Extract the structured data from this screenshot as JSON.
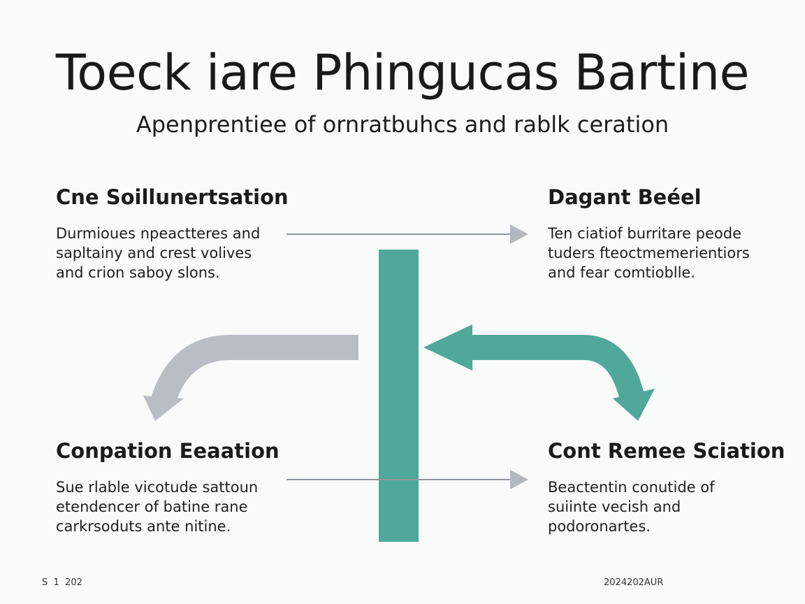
{
  "slide": {
    "title": "Toeck iare Phingucas Bartine",
    "subtitle": "Apenprentiee of ornratbuhcs and rablk ceration"
  },
  "blocks": {
    "top_left": {
      "heading": "Cne Soillunertsation",
      "lines": [
        "Durmioues npeactteres and",
        "sapltainy and crest volives",
        "and crion saboy slons."
      ]
    },
    "top_right": {
      "heading": "Dagant Beéel",
      "lines": [
        "Ten ciatiof burritare peode",
        "tuders fteoctmemerientiors",
        "and fear comtioblle."
      ]
    },
    "bottom_left": {
      "heading": "Conpation Eeaation",
      "lines": [
        "Sue rlable vicotude sattoun",
        "etendencer of batine rane",
        "carkrsoduts ante nitine."
      ]
    },
    "bottom_right": {
      "heading": "Cont Remee Sciation",
      "lines": [
        "Beactentin conutide of",
        "suiinte vecish and",
        "podoronartes."
      ]
    }
  },
  "footer": {
    "left": "S  1  202",
    "right": "2024202AUR"
  },
  "colors": {
    "teal": "#4fa899",
    "gray_arrow": "#b9bec4",
    "connector": "#8f979d"
  }
}
